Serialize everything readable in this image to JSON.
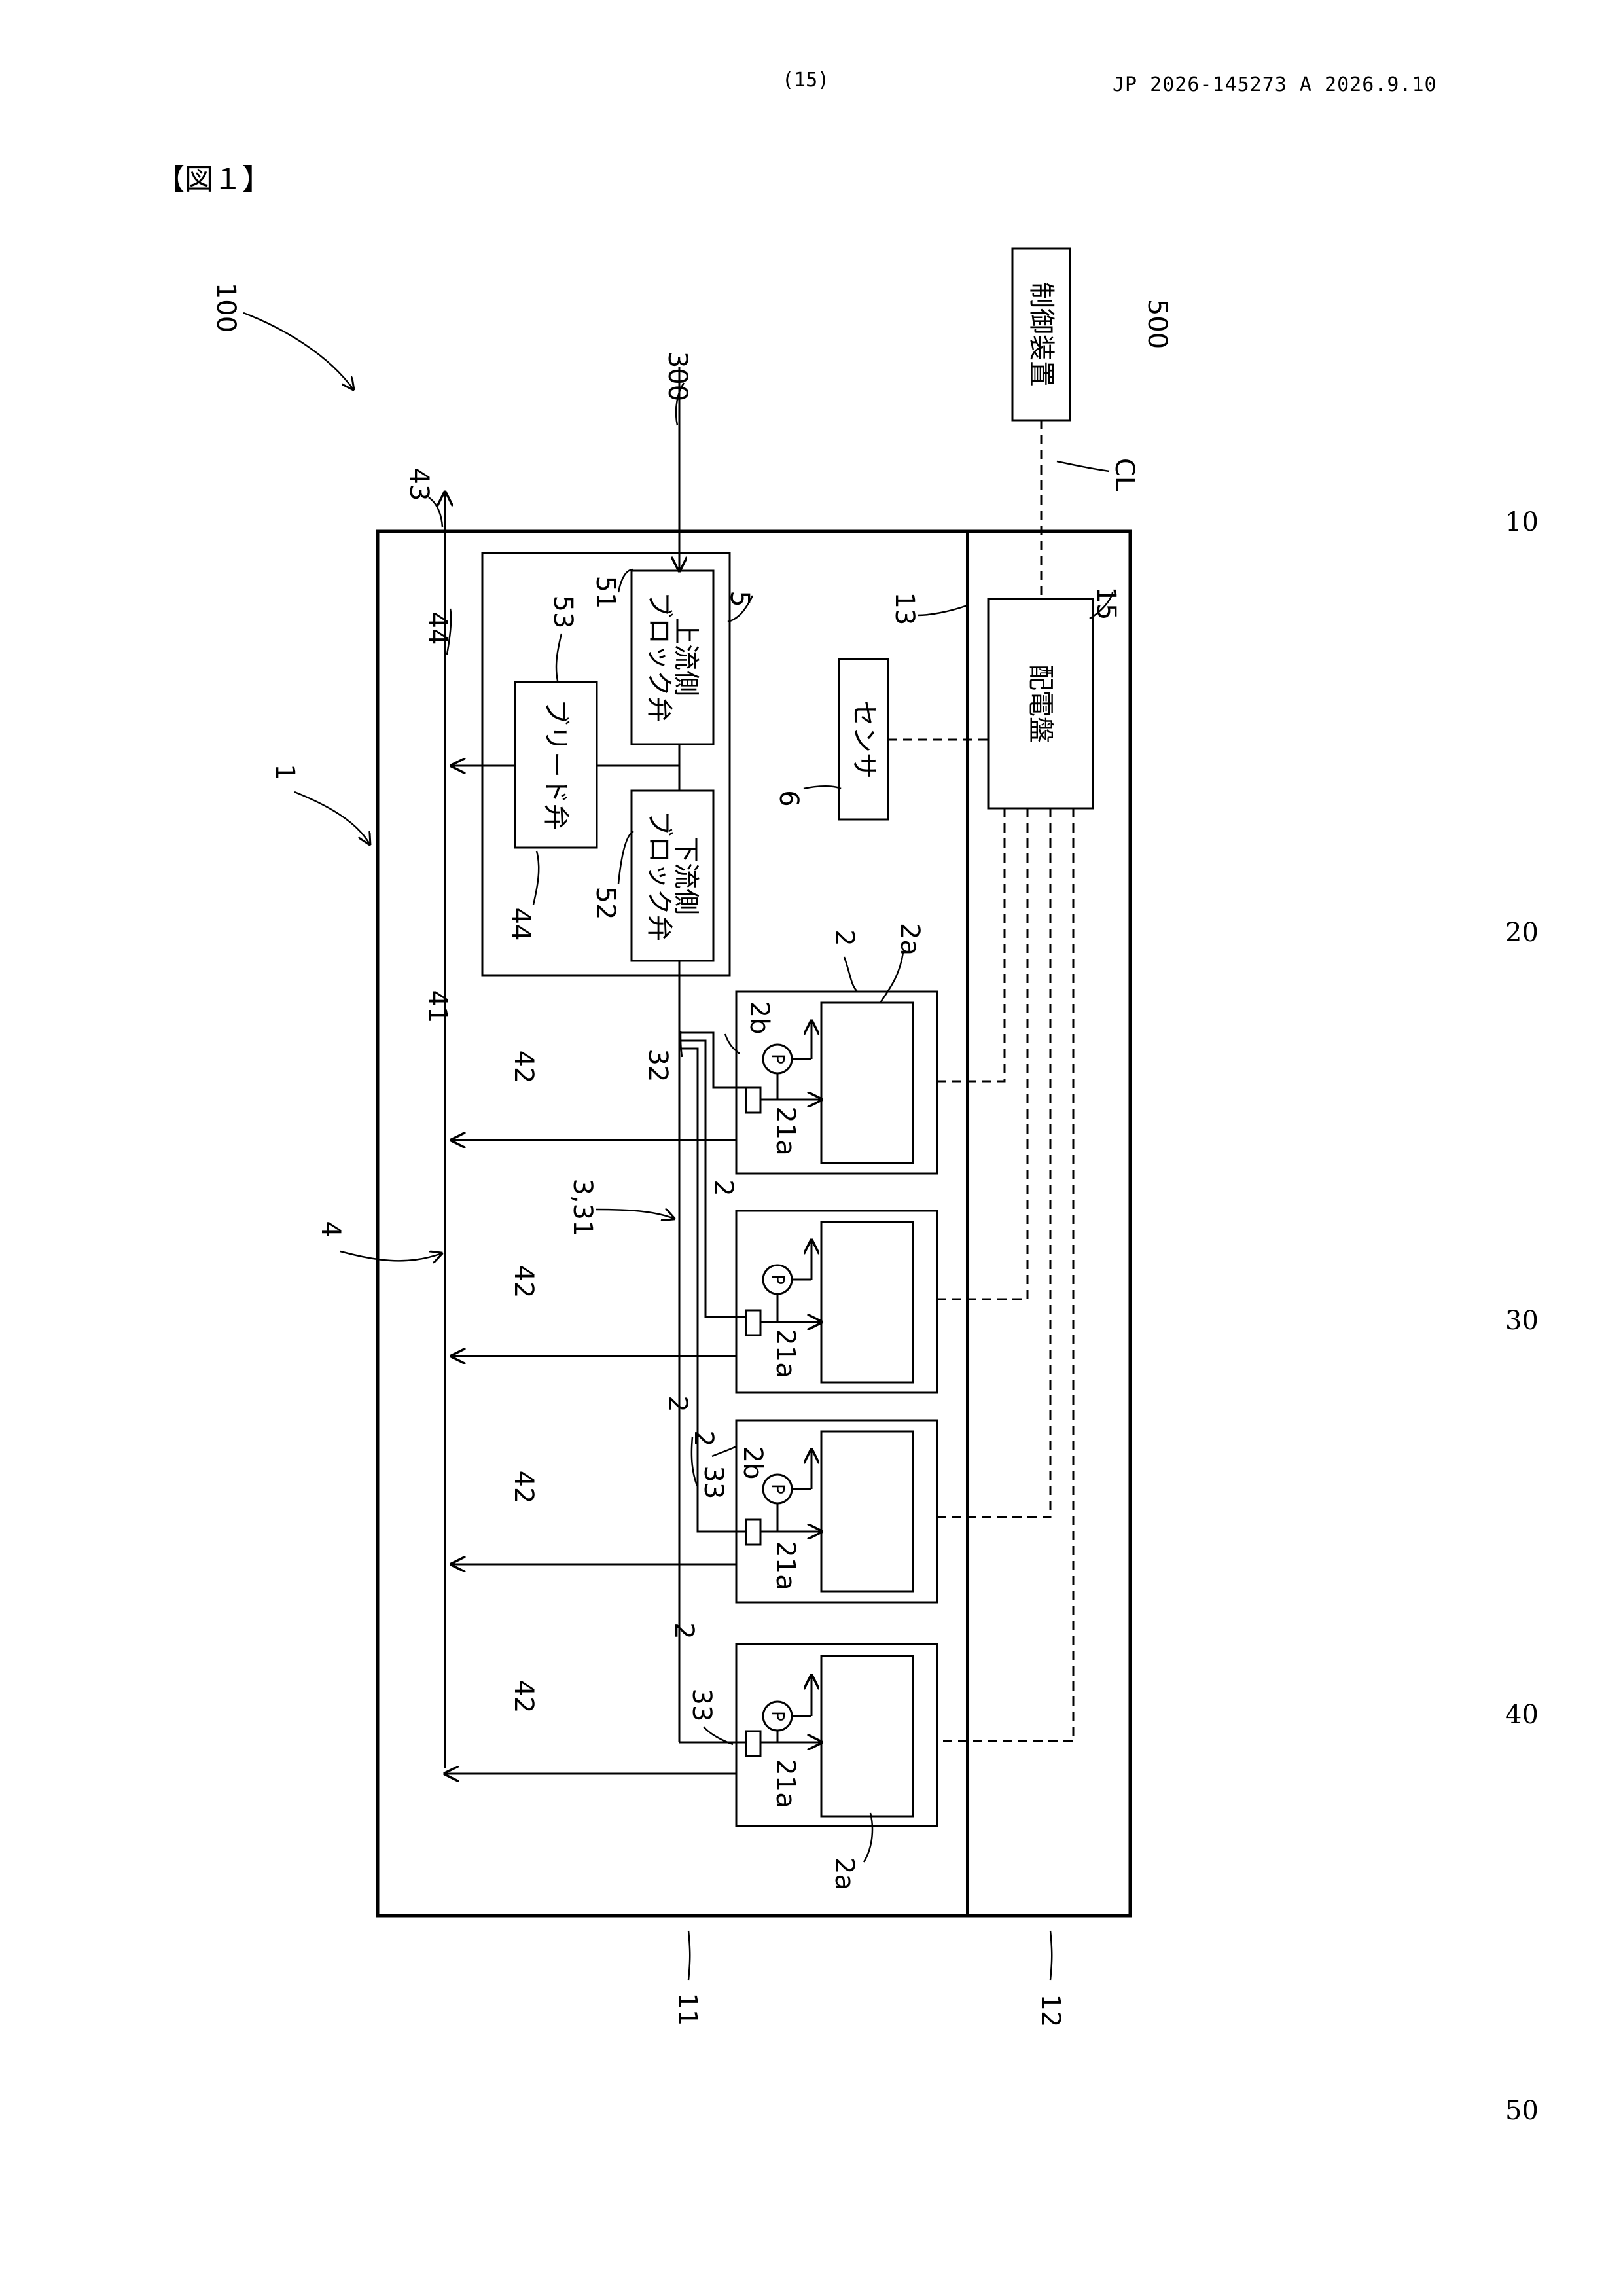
{
  "header": {
    "page_number": "(15)",
    "publication": "JP  2026-145273  A  2026.9.10"
  },
  "figure_label": "【図１】",
  "line_numbers": [
    "10",
    "20",
    "30",
    "40",
    "50"
  ],
  "blocks": {
    "control_device": "制御装置",
    "distribution_panel": "配電盤",
    "sensor": "センサ",
    "upstream_valve_1": "上流側",
    "upstream_valve_2": "ブロック弁",
    "downstream_valve_1": "下流側",
    "downstream_valve_2": "ブロック弁",
    "bleed_valve": "ブリード弁",
    "pump_symbol": "P"
  },
  "refs": {
    "r100": "100",
    "r1": "1",
    "r2": "2",
    "r2a": "2a",
    "r2b": "2b",
    "r4": "4",
    "r5": "5",
    "r6": "6",
    "r11": "11",
    "r12": "12",
    "r13": "13",
    "r15": "15",
    "r21a": "21a",
    "r32": "32",
    "r331": "3,31",
    "r33": "33",
    "r41": "41",
    "r42": "42",
    "r43": "43",
    "r44": "44",
    "r51": "51",
    "r52": "52",
    "r53": "53",
    "r300": "300",
    "r500": "500",
    "rCL": "CL"
  }
}
